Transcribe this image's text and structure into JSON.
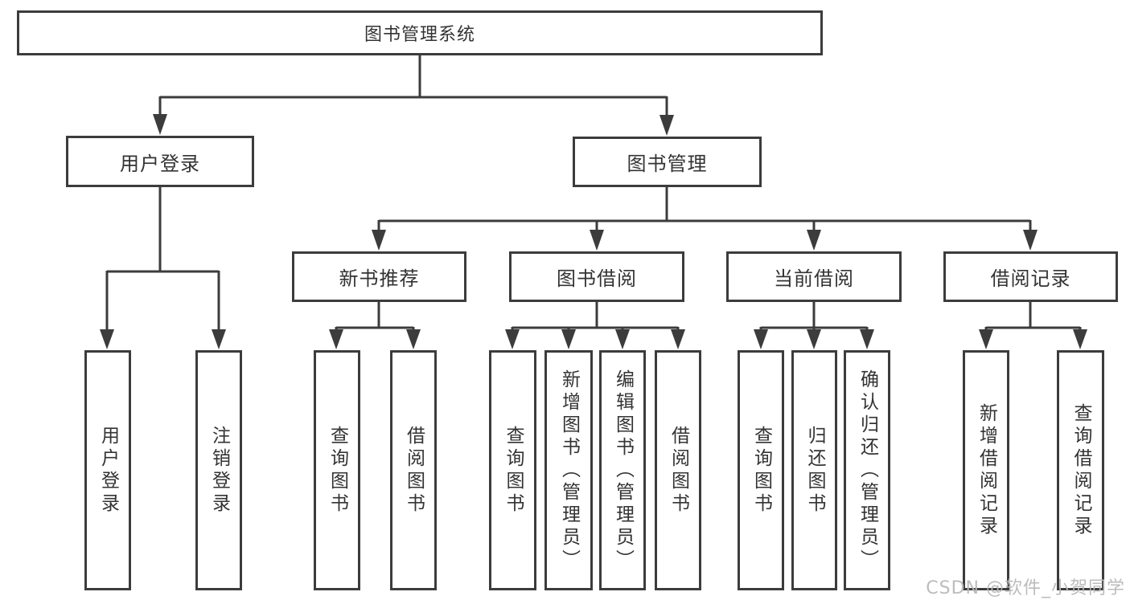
{
  "tree": {
    "label": "图书管理系统",
    "children": [
      {
        "label": "用户登录",
        "children": [
          {
            "label": "用户登录"
          },
          {
            "label": "注销登录"
          }
        ]
      },
      {
        "label": "图书管理",
        "children": [
          {
            "label": "新书推荐",
            "children": [
              {
                "label": "查询图书"
              },
              {
                "label": "借阅图书"
              }
            ]
          },
          {
            "label": "图书借阅",
            "children": [
              {
                "label": "查询图书"
              },
              {
                "label": "新增图书（管理员）"
              },
              {
                "label": "编辑图书（管理员）"
              },
              {
                "label": "借阅图书"
              }
            ]
          },
          {
            "label": "当前借阅",
            "children": [
              {
                "label": "查询图书"
              },
              {
                "label": "归还图书"
              },
              {
                "label": "确认归还（管理员）"
              }
            ]
          },
          {
            "label": "借阅记录",
            "children": [
              {
                "label": "新增借阅记录"
              },
              {
                "label": "查询借阅记录"
              }
            ]
          }
        ]
      }
    ]
  },
  "watermark": {
    "text": "CSDN @软件_小贺同学"
  },
  "colors": {
    "line": "#3c3c3c",
    "box_border": "#3c3c3c",
    "box_background": "#ffffff",
    "text": "#333333",
    "watermark": "#b8b8b8"
  }
}
